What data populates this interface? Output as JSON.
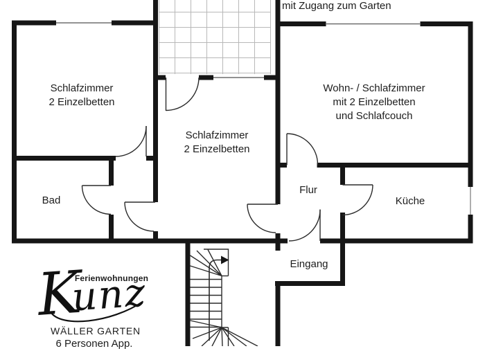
{
  "header": {
    "garden_note": "mit Zugang zum Garten"
  },
  "rooms": {
    "bedroom_left": {
      "line1": "Schlafzimmer",
      "line2": "2 Einzelbetten"
    },
    "bedroom_middle": {
      "line1": "Schlafzimmer",
      "line2": "2 Einzelbetten"
    },
    "living_bedroom": {
      "line1": "Wohn- / Schlafzimmer",
      "line2": "mit 2 Einzelbetten",
      "line3": "und Schlafcouch"
    },
    "bathroom": {
      "label": "Bad"
    },
    "hallway": {
      "label": "Flur"
    },
    "kitchen": {
      "label": "Küche"
    },
    "entrance": {
      "label": "Eingang"
    }
  },
  "branding": {
    "logo_text": "Kunz",
    "logo_first_letter": "K",
    "logo_remainder": "unz",
    "company": "Ferienwohnungen",
    "apartment_name": "WÄLLER GARTEN",
    "capacity": "6 Personen App."
  },
  "colors": {
    "wall": "#161616",
    "door_line": "#2b2b2b",
    "window_line": "#6e6e6e",
    "grid_line": "#b8b8b8",
    "text": "#1d1d1d",
    "background": "#ffffff"
  }
}
